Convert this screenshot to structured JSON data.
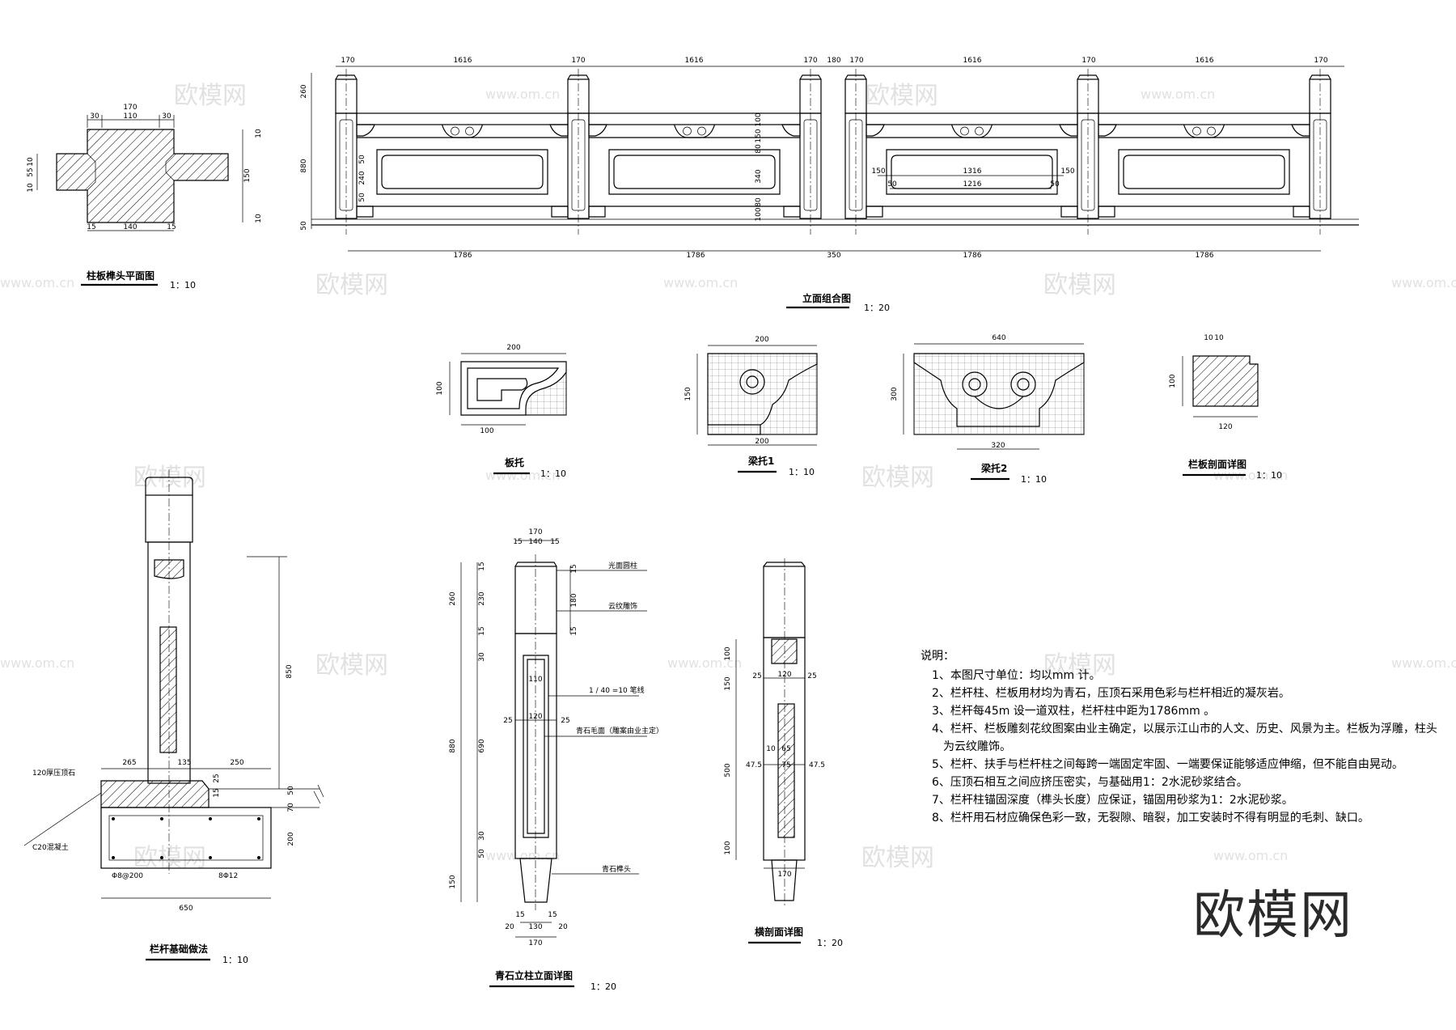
{
  "watermark": {
    "brand": "欧模网",
    "site": "www.om.cn"
  },
  "views": {
    "tenon_plan": {
      "title": "柱板榫头平面图",
      "scale": "1：10",
      "dims": {
        "top_total": "170",
        "top_left": "30",
        "top_mid": "110",
        "top_right": "30",
        "left_a": "10",
        "left_b": "55",
        "left_c": "10",
        "right_a": "10",
        "right_b": "150",
        "right_c": "10",
        "bot_a": "15",
        "bot_b": "140",
        "bot_c": "15"
      }
    },
    "elevation": {
      "title": "立面组合图",
      "scale": "1：20",
      "top_dims": [
        "170",
        "1616",
        "170",
        "1616",
        "170",
        "180",
        "170",
        "1616",
        "170",
        "1616",
        "170"
      ],
      "bottom_dims": [
        "1786",
        "1786",
        "350",
        "1786",
        "1786"
      ],
      "left_dims": [
        "260",
        "880",
        "50"
      ],
      "inner_dims": {
        "v1": "100",
        "v2": "150",
        "v3": "80",
        "v4": "340",
        "v5": "80",
        "v6": "100",
        "h1": "50",
        "h2": "240",
        "h3": "50",
        "w_outer": "1316",
        "w_inner": "1216",
        "w_side_l": "150",
        "w_side_r": "150",
        "w_rad_l": "50",
        "w_rad_r": "50"
      }
    },
    "board_bracket": {
      "title": "板托",
      "scale": "1：10",
      "dims": {
        "top": "200",
        "left": "100",
        "bottom": "100"
      }
    },
    "beam_bracket_1": {
      "title": "梁托1",
      "scale": "1：10",
      "dims": {
        "top": "200",
        "left": "150",
        "bottom": "200"
      }
    },
    "beam_bracket_2": {
      "title": "梁托2",
      "scale": "1：10",
      "dims": {
        "top": "640",
        "left": "300",
        "bottom": "320"
      }
    },
    "rail_section": {
      "title": "栏板剖面详图",
      "scale": "1：10",
      "dims": {
        "t1": "10",
        "t2": "10",
        "left": "100",
        "bottom": "120"
      }
    },
    "foundation": {
      "title": "栏杆基础做法",
      "scale": "1：10",
      "labels": {
        "cap": "120厚压顶石",
        "concrete": "C20混凝土",
        "rebar_a": "Φ8@200",
        "rebar_b": "8Φ12"
      },
      "dims": {
        "h850": "850",
        "w265": "265",
        "w135": "135",
        "w250": "250",
        "d25": "25",
        "d15": "15",
        "d50": "50",
        "d70": "70",
        "d200": "200",
        "w650": "650"
      }
    },
    "post_elevation": {
      "title": "青石立柱立面详图",
      "scale": "1：20",
      "labels": {
        "l1": "光面圆柱",
        "l2": "云纹雕饰",
        "l3": "1 / 40 =10 笔线",
        "l4": "青石毛面（雕案由业主定）",
        "l5": "青石榫头"
      },
      "dims": {
        "top170": "170",
        "t15a": "15",
        "t140": "140",
        "t15b": "15",
        "h260": "260",
        "h15a": "15",
        "h230": "230",
        "h15b": "15",
        "h880": "880",
        "h30a": "30",
        "h690": "690",
        "h30b": "30",
        "h50": "50",
        "h150": "150",
        "r15a": "15",
        "r180": "180",
        "r15b": "15",
        "w110": "110",
        "w25a": "25",
        "w120": "120",
        "w25b": "25",
        "b15a": "15",
        "b20a": "20",
        "b130": "130",
        "b20b": "20",
        "b15b": "15",
        "b170": "170"
      }
    },
    "cross_section": {
      "title": "横剖面详图",
      "scale": "1：20",
      "dims": {
        "v100a": "100",
        "v150": "150",
        "v500": "500",
        "v100b": "100",
        "w25a": "25",
        "w120": "120",
        "w25b": "25",
        "w10": "10",
        "w65": "65",
        "w75": "75",
        "w475a": "47.5",
        "w475b": "47.5",
        "b170": "170"
      }
    }
  },
  "notes": {
    "heading": "说明：",
    "items": [
      "1、本图尺寸单位：均以mm 计。",
      "2、栏杆柱、栏板用材均为青石，压顶石采用色彩与栏杆相近的凝灰岩。",
      "3、栏杆每45m 设一道双柱，栏杆柱中距为1786mm 。",
      "4、栏杆、栏板雕刻花纹图案由业主确定，以展示江山市的人文、历史、风景为主。栏板为浮雕，柱头为云纹雕饰。",
      "5、栏杆、扶手与栏杆柱之间每跨一端固定牢固、一端要保证能够适应伸缩，但不能自由晃动。",
      "6、压顶石相互之间应挤压密实，与基础用1：2水泥砂浆结合。",
      "7、栏杆柱锚固深度（榫头长度）应保证，锚固用砂浆为1：2水泥砂浆。",
      "8、栏杆用石材应确保色彩一致，无裂隙、暗裂，加工安装时不得有明显的毛刺、缺口。"
    ]
  }
}
